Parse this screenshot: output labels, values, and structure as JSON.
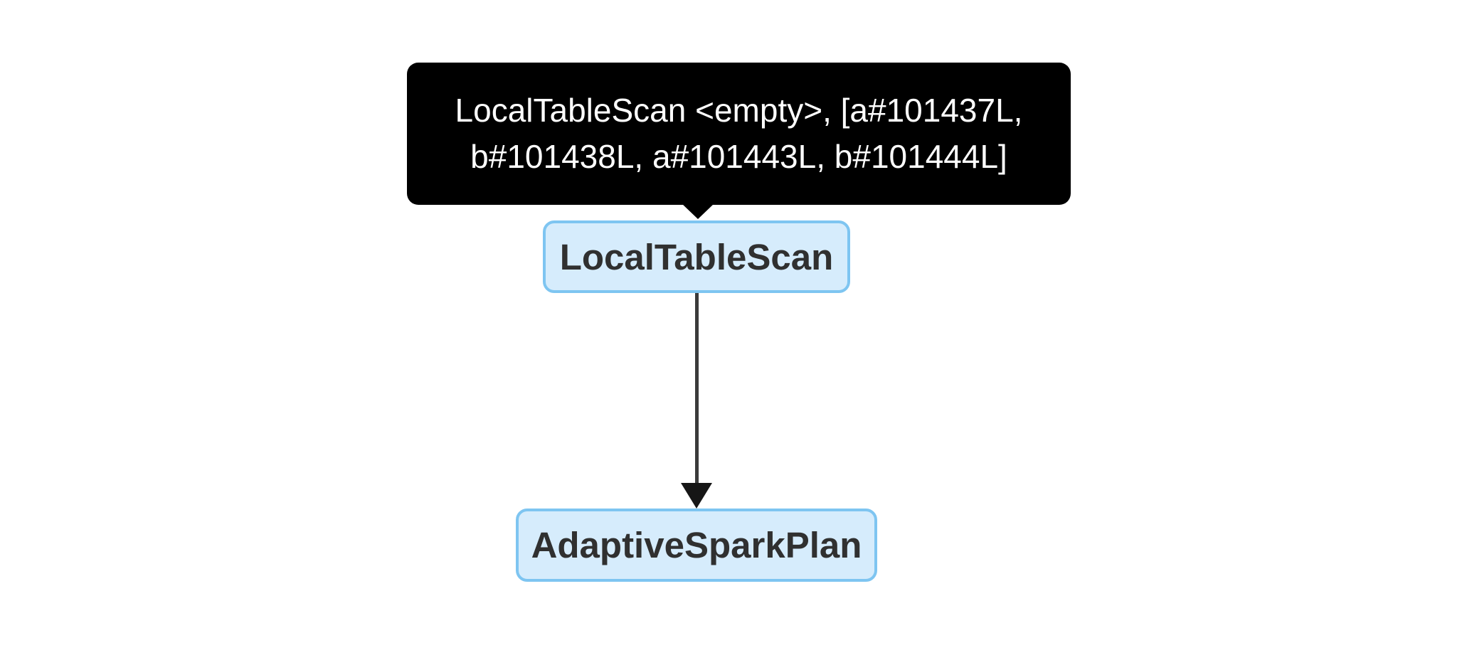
{
  "diagram": {
    "type": "spark-sql-query-plan",
    "tooltip": {
      "line1": "LocalTableScan <empty>, [a#101437L,",
      "line2": "b#101438L, a#101443L, b#101444L]",
      "attached_to": "LocalTableScan"
    },
    "nodes": [
      {
        "label": "LocalTableScan"
      },
      {
        "label": "AdaptiveSparkPlan"
      }
    ],
    "edges": [
      {
        "from": "LocalTableScan",
        "to": "AdaptiveSparkPlan",
        "direction": "down"
      }
    ],
    "colors": {
      "tooltip_bg": "#000000",
      "tooltip_text": "#ffffff",
      "node_fill": "#d6ecfc",
      "node_border": "#7ec5f1",
      "node_text": "#303030",
      "edge_line": "#3b3b3b",
      "edge_head": "#161616",
      "background": "#ffffff"
    }
  }
}
